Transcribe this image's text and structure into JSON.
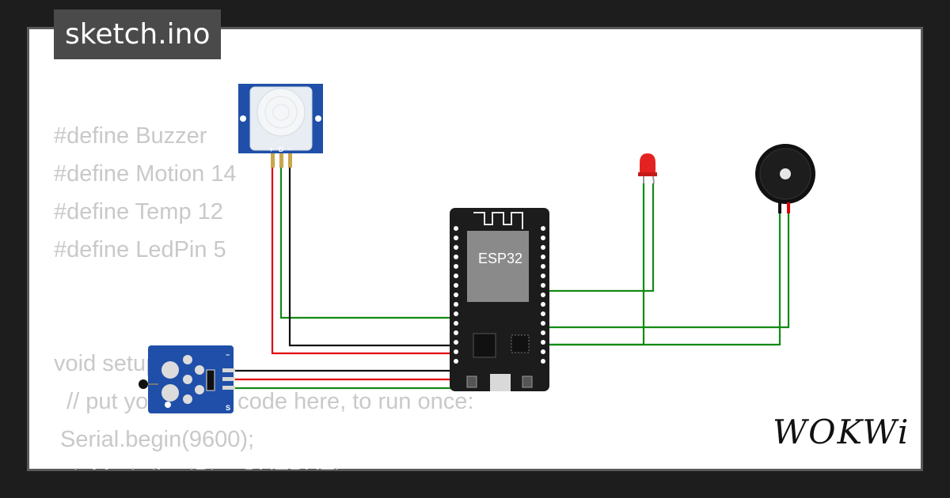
{
  "title": "sketch.ino",
  "brand": "WOKWi",
  "code_lines": [
    "#define Buzzer",
    "#define Motion 14",
    "#define Temp 12",
    "#define LedPin 5",
    "",
    "",
    "void setup() {",
    "  // put your setup code here, to run once:",
    " Serial.begin(9600);",
    " pinMode(LedPin, OUTPUT);"
  ],
  "board": {
    "chip_label": "ESP32"
  },
  "pir_sensor": {
    "pin_labels": [
      "+",
      "D",
      "−"
    ]
  },
  "temp_sensor": {
    "pin_labels": [
      "S",
      "−"
    ]
  },
  "colors": {
    "wire_green": "#138a13",
    "wire_red": "#e00000",
    "wire_black": "#111111",
    "board": "#1c1c1c",
    "led": "#e52222"
  }
}
